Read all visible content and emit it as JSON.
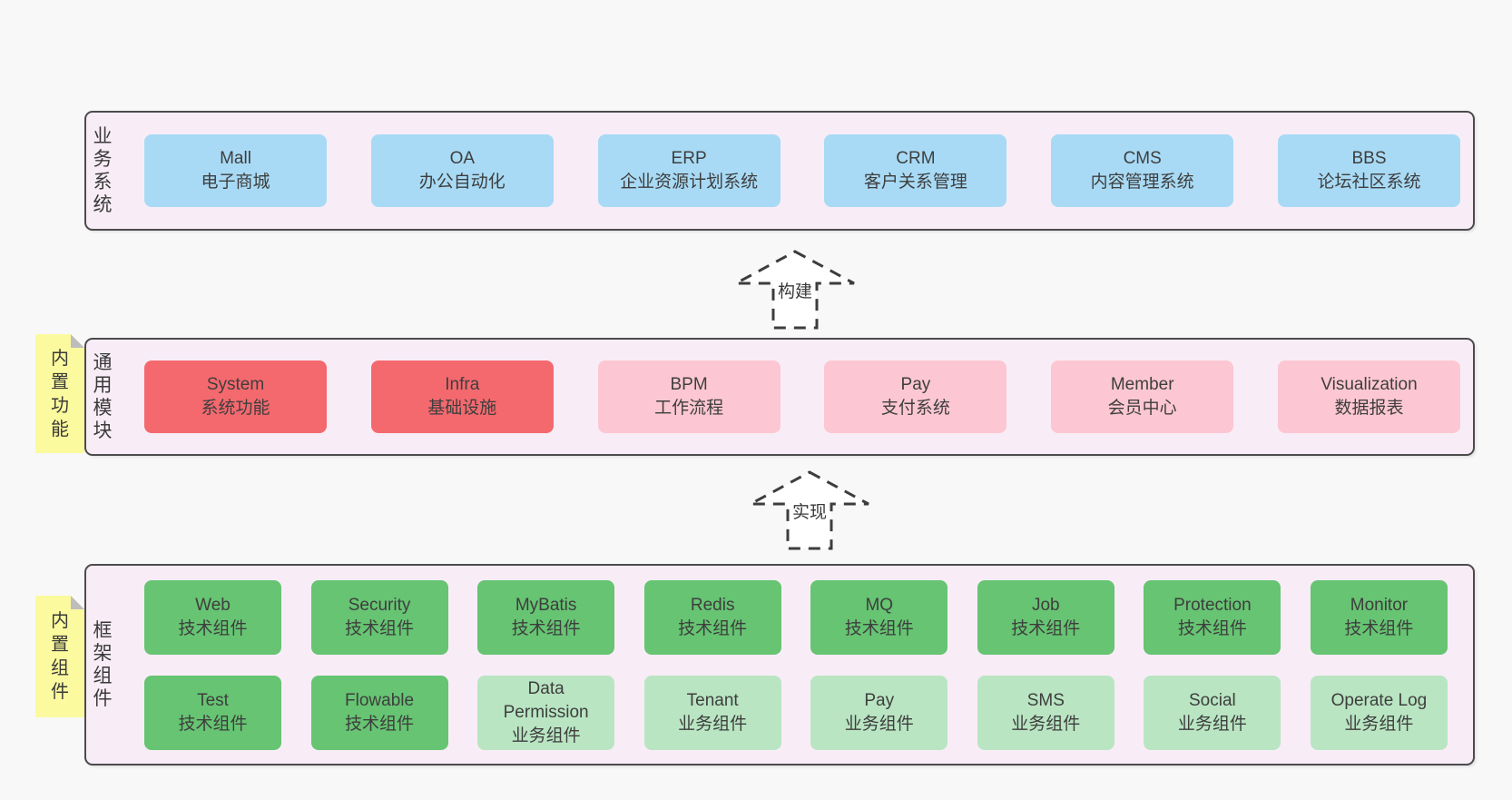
{
  "colors": {
    "page_bg": "#f8f8f8",
    "layer_bg": "#f8edf6",
    "layer_border": "#4b4b4b",
    "blue": "#a8daf5",
    "red": "#f4696e",
    "pink": "#fcc7d2",
    "green": "#66c472",
    "light_green": "#b9e5c2",
    "sticky_yellow": "#fcfa9e",
    "sticky_fold": "#bdbdbd",
    "text": "#3e3e3e"
  },
  "stickies": [
    {
      "label": "内置功能"
    },
    {
      "label": "内置组件"
    }
  ],
  "arrows": [
    {
      "label": "构建"
    },
    {
      "label": "实现"
    }
  ],
  "layers": [
    {
      "title": "业务系统",
      "boxes": [
        {
          "name": "Mall",
          "desc": "电子商城",
          "color": "#a8daf5"
        },
        {
          "name": "OA",
          "desc": "办公自动化",
          "color": "#a8daf5"
        },
        {
          "name": "ERP",
          "desc": "企业资源计划系统",
          "color": "#a8daf5"
        },
        {
          "name": "CRM",
          "desc": "客户关系管理",
          "color": "#a8daf5"
        },
        {
          "name": "CMS",
          "desc": "内容管理系统",
          "color": "#a8daf5"
        },
        {
          "name": "BBS",
          "desc": "论坛社区系统",
          "color": "#a8daf5"
        }
      ]
    },
    {
      "title": "通用模块",
      "boxes": [
        {
          "name": "System",
          "desc": "系统功能",
          "color": "#f4696e"
        },
        {
          "name": "Infra",
          "desc": "基础设施",
          "color": "#f4696e"
        },
        {
          "name": "BPM",
          "desc": "工作流程",
          "color": "#fcc7d2"
        },
        {
          "name": "Pay",
          "desc": "支付系统",
          "color": "#fcc7d2"
        },
        {
          "name": "Member",
          "desc": "会员中心",
          "color": "#fcc7d2"
        },
        {
          "name": "Visualization",
          "desc": "数据报表",
          "color": "#fcc7d2"
        }
      ]
    },
    {
      "title": "框架组件",
      "rows": [
        [
          {
            "name": "Web",
            "desc": "技术组件",
            "color": "#66c472"
          },
          {
            "name": "Security",
            "desc": "技术组件",
            "color": "#66c472"
          },
          {
            "name": "MyBatis",
            "desc": "技术组件",
            "color": "#66c472"
          },
          {
            "name": "Redis",
            "desc": "技术组件",
            "color": "#66c472"
          },
          {
            "name": "MQ",
            "desc": "技术组件",
            "color": "#66c472"
          },
          {
            "name": "Job",
            "desc": "技术组件",
            "color": "#66c472"
          },
          {
            "name": "Protection",
            "desc": "技术组件",
            "color": "#66c472"
          },
          {
            "name": "Monitor",
            "desc": "技术组件",
            "color": "#66c472"
          }
        ],
        [
          {
            "name": "Test",
            "desc": "技术组件",
            "color": "#66c472"
          },
          {
            "name": "Flowable",
            "desc": "技术组件",
            "color": "#66c472"
          },
          {
            "name": "Data Permission",
            "desc": "业务组件",
            "color": "#b9e5c2"
          },
          {
            "name": "Tenant",
            "desc": "业务组件",
            "color": "#b9e5c2"
          },
          {
            "name": "Pay",
            "desc": "业务组件",
            "color": "#b9e5c2"
          },
          {
            "name": "SMS",
            "desc": "业务组件",
            "color": "#b9e5c2"
          },
          {
            "name": "Social",
            "desc": "业务组件",
            "color": "#b9e5c2"
          },
          {
            "name": "Operate Log",
            "desc": "业务组件",
            "color": "#b9e5c2"
          }
        ]
      ]
    }
  ]
}
